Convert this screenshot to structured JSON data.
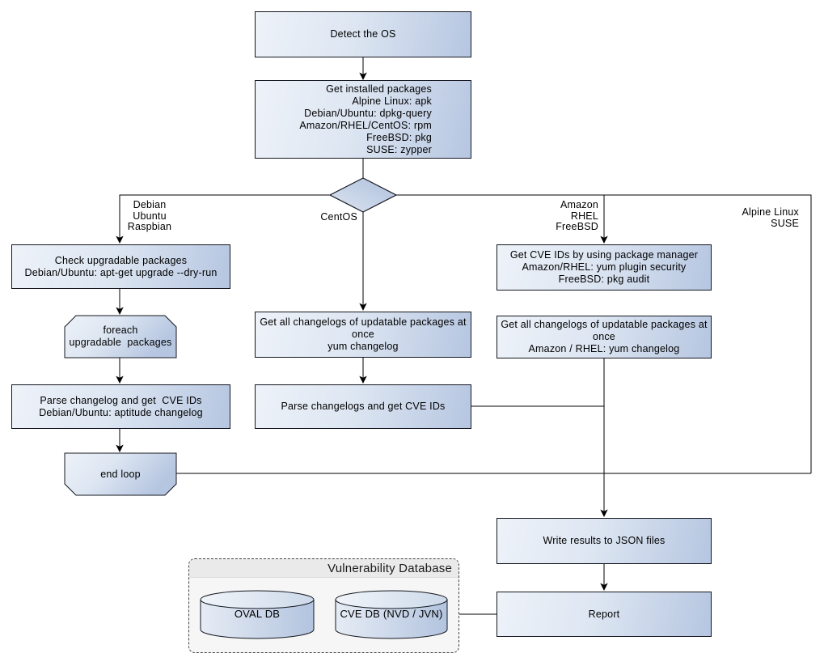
{
  "colors": {
    "node_fill_light": "#eef2f9",
    "node_fill_dark": "#b6c6e1",
    "node_border": "#14171f",
    "connector": "#000000",
    "container_fill": "#f6f6f6",
    "container_header_fill": "#eaeaea"
  },
  "nodes": {
    "detect_os": {
      "label": "Detect the OS"
    },
    "get_installed_packages": {
      "label": "Get installed packages\nAlpine Linux: apk\nDebian/Ubuntu: dpkg-query\nAmazon/RHEL/CentOS: rpm\nFreeBSD: pkg\nSUSE: zypper"
    },
    "check_upgradable": {
      "label": "Check upgradable packages\nDebian/Ubuntu: apt-get upgrade --dry-run"
    },
    "foreach_loop": {
      "label": "foreach\nupgradable  packages"
    },
    "parse_changelog_deb": {
      "label": "Parse changelog and get  CVE IDs\nDebian/Ubuntu: aptitude changelog"
    },
    "end_loop": {
      "label": "end loop"
    },
    "get_changelogs_centos": {
      "label": "Get all changelogs of updatable packages at once\nyum changelog"
    },
    "parse_changelogs_centos": {
      "label": "Parse changelogs and get CVE IDs"
    },
    "get_cve_ids_pkg_mgr": {
      "label": "Get CVE IDs by using package manager\nAmazon/RHEL: yum plugin security\nFreeBSD: pkg audit"
    },
    "get_changelogs_amazon": {
      "label": "Get all changelogs of updatable packages at once\nAmazon / RHEL: yum changelog"
    },
    "write_results": {
      "label": "Write results to JSON files"
    },
    "report": {
      "label": "Report"
    }
  },
  "branch_labels": {
    "debian": "Debian\nUbuntu\nRaspbian",
    "centos": "CentOS",
    "amazon": "Amazon\nRHEL\nFreeBSD",
    "alpine": "Alpine Linux\nSUSE"
  },
  "database": {
    "title": "Vulnerability Database",
    "oval_db": "OVAL DB",
    "cve_db": "CVE DB (NVD / JVN)"
  }
}
